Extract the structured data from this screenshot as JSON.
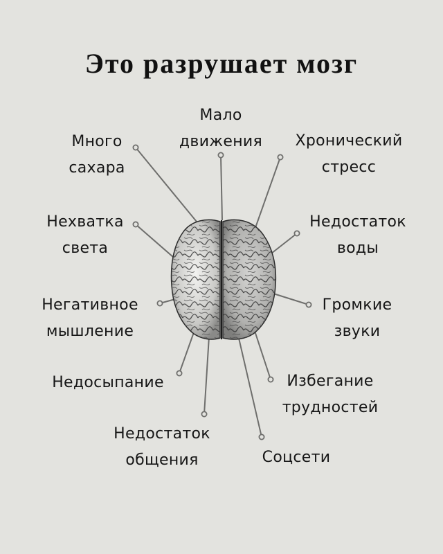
{
  "title": "Это разрушает мозг",
  "colors": {
    "background": "#e3e3df",
    "text": "#161616",
    "line": "#6e6e6c"
  },
  "brain": {
    "icon": "brain-top-view-illustration"
  },
  "factors": [
    {
      "id": "sugar",
      "line1": "Много",
      "line2": "сахара"
    },
    {
      "id": "movement",
      "line1": "Мало",
      "line2": "движения"
    },
    {
      "id": "stress",
      "line1": "Хронический",
      "line2": "стресс"
    },
    {
      "id": "light",
      "line1": "Нехватка",
      "line2": "света"
    },
    {
      "id": "water",
      "line1": "Недостаток",
      "line2": "воды"
    },
    {
      "id": "negative",
      "line1": "Негативное",
      "line2": "мышление"
    },
    {
      "id": "noise",
      "line1": "Громкие",
      "line2": "звуки"
    },
    {
      "id": "sleep",
      "line1": "Недосыпание",
      "line2": ""
    },
    {
      "id": "avoidance",
      "line1": "Избегание",
      "line2": "трудностей"
    },
    {
      "id": "social",
      "line1": "Недостаток",
      "line2": "общения"
    },
    {
      "id": "media",
      "line1": "Соцсети",
      "line2": ""
    }
  ]
}
